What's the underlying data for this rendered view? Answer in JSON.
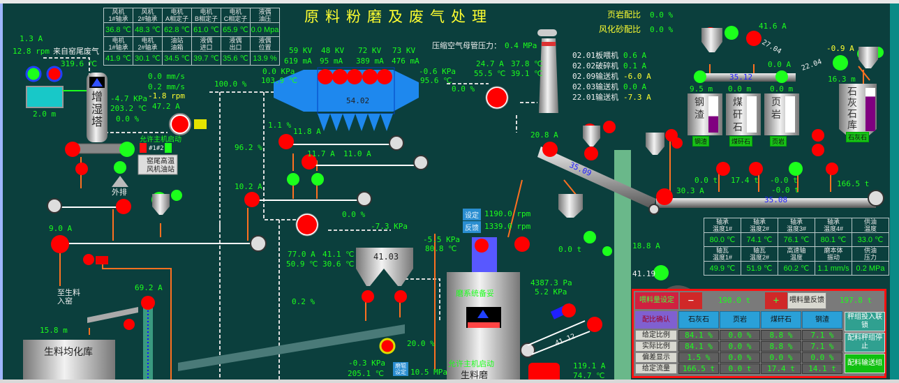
{
  "title": "原料粉磨及废气处理",
  "colors": {
    "background": "#0b3f3d",
    "running": "#1cff1c",
    "stopped": "#ff0000",
    "value_text": "#1cff1c",
    "title": "#ffff30",
    "panel_border": "#ff1010"
  },
  "top_table": {
    "row1_headers": [
      "风机\n1#轴承",
      "风机\n2#轴承",
      "电机\nA相定子",
      "电机\nB相定子",
      "电机\nC相定子",
      "液偶\n油压"
    ],
    "row1_values": [
      "36.8 ℃",
      "48.3 ℃",
      "62.8 ℃",
      "61.0 ℃",
      "65.9 ℃",
      "0.0 Mpa"
    ],
    "row2_headers": [
      "电机\n1#轴承",
      "电机\n2#轴承",
      "油站\n油箱",
      "液偶\n进口",
      "液偶\n出口",
      "液偶\n位置"
    ],
    "row2_values": [
      "41.9 ℃",
      "30.1 ℃",
      "34.5 ℃",
      "39.7 ℃",
      "35.6 ℃",
      "13.9 %"
    ]
  },
  "bearing_table": {
    "row1_headers": [
      "轴承\n温度1#",
      "轴承\n温度2#",
      "轴承\n温度3#",
      "轴承\n温度4#",
      "供油\n温度"
    ],
    "row1_values": [
      "80.0 ℃",
      "74.1 ℃",
      "76.1 ℃",
      "80.1 ℃",
      "33.0 ℃"
    ],
    "row2_headers": [
      "轴瓦\n温度1#",
      "轴瓦\n温度2#",
      "高速轴\n温度",
      "磨本体\n振动",
      "供油\n压力"
    ],
    "row2_values": [
      "49.9 ℃",
      "51.9 ℃",
      "60.2 ℃",
      "1.1 mm/s",
      "0.2 MPa"
    ]
  },
  "ratios": {
    "shale_label": "页岩配比",
    "shale_value": "0.0 %",
    "sand_label": "风化砂配比",
    "sand_value": "0.0 %"
  },
  "motors": [
    {
      "name": "02.01板喂机",
      "value": "0.6 A"
    },
    {
      "name": "02.02破碎机",
      "value": "0.1 A"
    },
    {
      "name": "02.09输送机",
      "value": "-6.0 A"
    },
    {
      "name": "02.03输送机",
      "value": "0.0 A"
    },
    {
      "name": "22.01输送机",
      "value": "-7.3 A"
    }
  ],
  "readings": {
    "tank_current": "1.3 A",
    "tank_speed": "12.8 rpm",
    "kiln_gas_label": "来自窑尾废气",
    "kiln_gas_temp": "319.6 ℃",
    "tank_level": "2.0 m",
    "tower_label": "增湿塔",
    "tower_press": "-4.7 KPa",
    "tower_temp": "203.2 ℃",
    "tower_valve": "0.0 %",
    "fan_vib1": "0.0 mm/s",
    "fan_vib2": "0.2 mm/s",
    "fan_speed": "-1.8 rpm",
    "fan_current": "47.2 A",
    "damper1": "100.0 %",
    "esp_in_press": "0.0 KPa",
    "esp_in_temp": "103.9 ℃",
    "kv1": "59 KV",
    "kv2": "48 KV",
    "kv3": "72 KV",
    "kv4": "73 KV",
    "ma1": "619 mA",
    "ma2": "95 mA",
    "ma3": "389 mA",
    "ma4": "476 mA",
    "esp_value": "54.02",
    "esp_out_press": "-0.6 KPa",
    "esp_out_temp": "95.6 ℃",
    "damper2": "0.0 %",
    "air_label": "压缩空气母管压力：",
    "air_value": "0.4 MPa",
    "exh_current": "24.7 A",
    "exh_t1": "37.8 ℃",
    "exh_t2": "55.5 ℃",
    "exh_t3": "39.1 ℃",
    "belt_top_current": "41.6 A",
    "belt_2704": "27.04",
    "belt_top_a": "0.0 A",
    "belt_3512": "35.12",
    "lvl_gz": "9.5 m",
    "lvl_mgs": "0.0 m",
    "lvl_yy": "0.0 m",
    "lime_current": "-0.9 A",
    "belt_2204": "22.04",
    "lvl_lime": "16.3 m",
    "damper3": "1.1 %",
    "damper4": "96.2 %",
    "conv1": "11.8 A",
    "conv2": "11.7 A",
    "conv3": "11.0 A",
    "conv4": "10.2 A",
    "elev_current": "20.8 A",
    "belt_3509": "35.09",
    "feed_gz": "0.0 t",
    "feed_mgs": "17.4 t",
    "feed_yy1": "-0.0 t",
    "feed_yy2": "-0.0 t",
    "feed_lime": "166.5 t",
    "belt_main_current": "30.3 A",
    "belt_3508": "35.08",
    "conv5": "9.0 A",
    "damper5": "0.0 %",
    "cyclone_press": "-7.3 KPa",
    "sep_set_label": "设定",
    "sep_set": "1190.0 rpm",
    "sep_fb_label": "反馈",
    "sep_fb": "1339.0 rpm",
    "scale_t": "0.0 t",
    "mill_out_press": "-5.5 KPa",
    "mill_out_temp": "80.8 ℃",
    "cfan_current": "77.0 A",
    "cfan_t1": "41.1 ℃",
    "cfan_t2": "50.9 ℃",
    "cfan_t3": "30.6 ℃",
    "cyclone_value": "41.03",
    "elev2_current": "18.8 A",
    "belt_4119": "41.19",
    "to_kiln": "至生料\n入窑",
    "damper6": "0.2 %",
    "lift_current": "69.2 A",
    "mill_dp1": "4387.3 Pa",
    "mill_dp2": "5.2 KPa",
    "silo_level": "15.8 m",
    "silo_label": "生料均化库",
    "hot_valve": "20.0 %",
    "mill_in_press": "-0.3 KPa",
    "mill_in_temp": "205.1 ℃",
    "roller_label": "磨辊\n设定",
    "roller_press": "10.5 MPa",
    "mill_motor_current": "119.1 A",
    "mill_motor_temp": "74.7 ℃",
    "mill_ready": "磨系统备妥",
    "mill_allow": "允许主机启动",
    "mill_label": "生料磨",
    "belt_4112": "41.12",
    "fan_allow": "允许主机启动",
    "oil_station": "窑尾高温\n风机油站",
    "oil_12": "#1#2",
    "outlet": "外排"
  },
  "silos": {
    "gz": "钢\n\n渣",
    "mgs": "煤\n矸\n石",
    "yy": "页\n\n岩",
    "lime": "石\n灰\n石\n库",
    "tag_gz": "钢渣",
    "tag_mgs": "煤矸石",
    "tag_yy": "页岩",
    "tag_lime": "石灰石"
  },
  "silo_fill": {
    "gz": 0.45,
    "lime": 0.8
  },
  "panel": {
    "feed_set_label": "喂料量设定",
    "minus": "−",
    "feed_set": "198.0 t",
    "plus": "+",
    "feed_fb_label": "喂料量反馈",
    "feed_fb": "197.8 t",
    "confirm": "配比确认",
    "materials": [
      "石灰石",
      "页岩",
      "煤矸石",
      "钢渣"
    ],
    "rows": [
      {
        "label": "给定比例",
        "values": [
          "84.1 %",
          "0.0 %",
          "8.8 %",
          "7.1 %"
        ]
      },
      {
        "label": "实际比例",
        "values": [
          "84.1 %",
          "0.0 %",
          "8.8 %",
          "7.1 %"
        ]
      },
      {
        "label": "偏差显示",
        "values": [
          "1.5 %",
          "0.0 %",
          "0.0 %",
          "0.0 %"
        ]
      },
      {
        "label": "给定流量",
        "values": [
          "166.5 t",
          "0.0 t",
          "17.4 t",
          "14.1 t"
        ]
      }
    ],
    "btn_interlock": "秤组投入联锁",
    "btn_stop": "配料秤组停止",
    "btn_conveyor": "配料输送组"
  }
}
